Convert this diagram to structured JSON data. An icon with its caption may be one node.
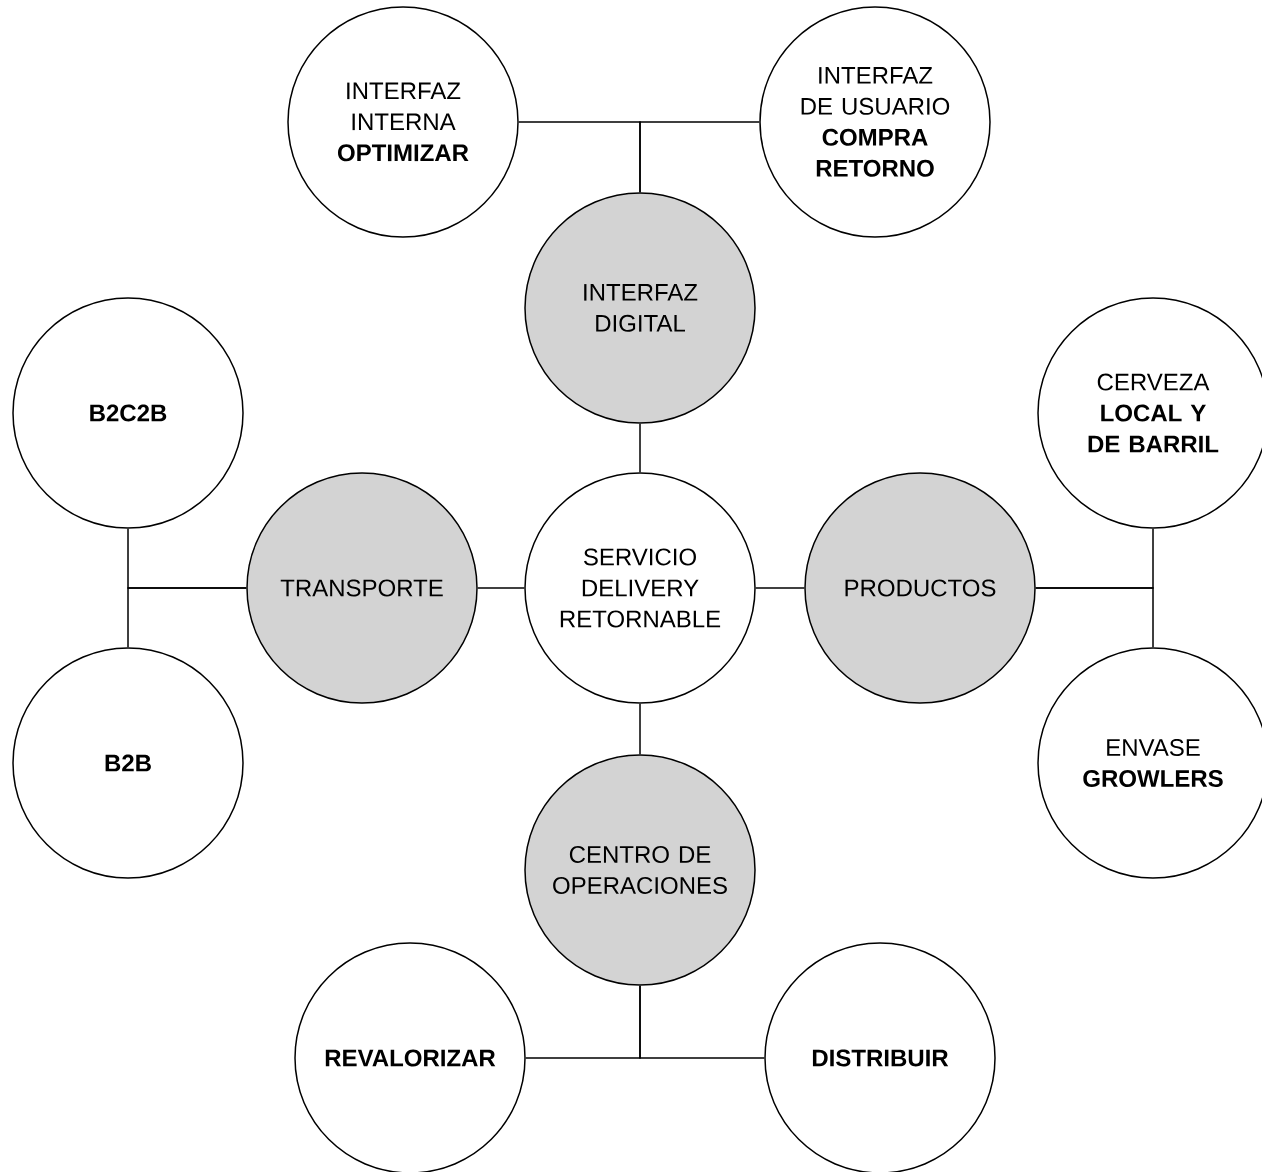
{
  "diagram": {
    "nodes": [
      {
        "text": [
          "INTERFAZ INTERNA **OPTIMIZAR**"
        ]
      },
      {
        "text": [
          "INTERFAZ DE USUARIO **COMPRA RETORNO**"
        ]
      },
      {
        "text": [
          "INTERFAZ DIGITAL"
        ]
      },
      {
        "text": [
          "B2C2B"
        ]
      },
      {
        "text": [
          "CERVEZA **LOCAL Y DE BARRIL**"
        ]
      },
      {
        "text": [
          "TRANSPORTE"
        ]
      },
      {
        "text": [
          "SERVICIO DELIVERY RETORNABLE"
        ]
      },
      {
        "text": [
          "PRODUCTOS"
        ]
      },
      {
        "text": [
          "B2B"
        ]
      },
      {
        "text": [
          "ENVASE **GROWLERS**"
        ]
      },
      {
        "text": [
          "CENTRO DE OPERACIONES"
        ]
      },
      {
        "text": [
          "REVALORIZAR"
        ]
      },
      {
        "text": [
          "DISTRIBUIR"
        ]
      }
    ],
    "edges": [
      {
        "from": 2,
        "to": 0,
        "arrow": "none"
      },
      {
        "from": 2,
        "to": 1,
        "arrow": "none"
      },
      {
        "from": 6,
        "to": 2,
        "arrow": "none"
      },
      {
        "from": 3,
        "to": 5,
        "arrow": "none"
      },
      {
        "from": 8,
        "to": 5,
        "arrow": "none"
      },
      {
        "from": 5,
        "to": 6,
        "arrow": "none"
      },
      {
        "from": 6,
        "to": 7,
        "arrow": "none"
      },
      {
        "from": 4,
        "to": 7,
        "arrow": "none"
      },
      {
        "from": 9,
        "to": 7,
        "arrow": "none"
      },
      {
        "from": 6,
        "to": 10,
        "arrow": "none"
      },
      {
        "from": 10,
        "to": 11,
        "arrow": "none"
      },
      {
        "from": 10,
        "to": 12,
        "arrow": "none"
      }
    ]
  }
}
